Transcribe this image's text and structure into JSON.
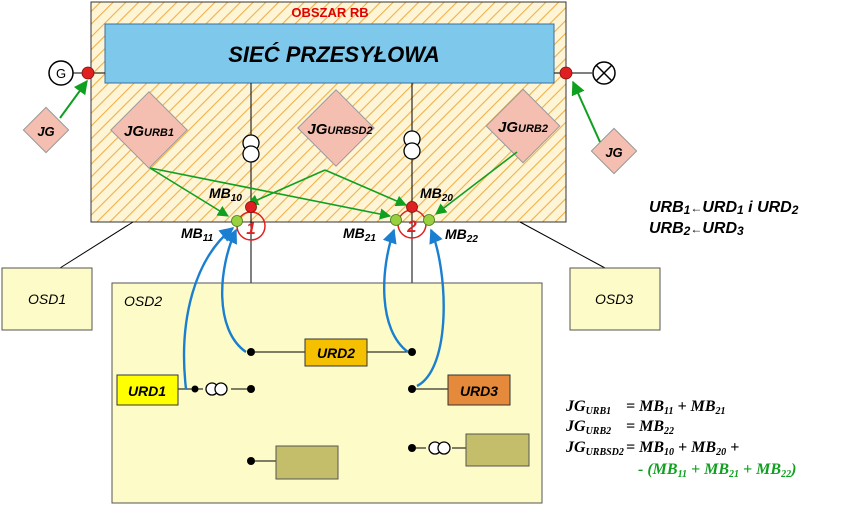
{
  "rb_area_label": "OBSZAR RB",
  "network_label": "SIEĆ PRZESYŁOWA",
  "generator_symbol": "G",
  "jg_left": "JG",
  "jg_right": "JG",
  "jg_urb1": {
    "base": "JG",
    "sub": "URB1"
  },
  "jg_urbsd2": {
    "base": "JG",
    "sub": "URBSD2"
  },
  "jg_urb2": {
    "base": "JG",
    "sub": "URB2"
  },
  "meter_points": {
    "mb10": {
      "base": "MB",
      "sub": "10"
    },
    "mb20": {
      "base": "MB",
      "sub": "20"
    },
    "mb11": {
      "base": "MB",
      "sub": "11"
    },
    "mb21": {
      "base": "MB",
      "sub": "21"
    },
    "mb22": {
      "base": "MB",
      "sub": "22"
    }
  },
  "node_numbers": {
    "n1": "1",
    "n2": "2"
  },
  "osd1": "OSD1",
  "osd2": "OSD2",
  "osd3": "OSD3",
  "urd1": "URD1",
  "urd2": "URD2",
  "urd3": "URD3",
  "assignment": {
    "line1": {
      "urb": "URB",
      "urb_sub": "1",
      "arrow": "←",
      "urd_a": "URD",
      "urd_a_sub": "1",
      "conj": " i ",
      "urd_b": "URD",
      "urd_b_sub": "2"
    },
    "line2": {
      "urb": "URB",
      "urb_sub": "2",
      "arrow": "←",
      "urd": "URD",
      "urd_sub": "3"
    }
  },
  "formulas": {
    "f1": {
      "lhs": "JG",
      "lhs_sub": "URB1",
      "eq": "= ",
      "t1": "MB",
      "t1_sub": "11",
      "op": " + ",
      "t2": "MB",
      "t2_sub": "21"
    },
    "f2": {
      "lhs": "JG",
      "lhs_sub": "URB2",
      "eq": "= ",
      "t1": "MB",
      "t1_sub": "22"
    },
    "f3": {
      "lhs": "JG",
      "lhs_sub": "URBSD2",
      "eq": "= ",
      "t1": "MB",
      "t1_sub": "10",
      "op": " + ",
      "t2": "MB",
      "t2_sub": "20",
      "tail": " +"
    },
    "f4": {
      "prefix": "- (",
      "t1": "MB",
      "t1_sub": "11",
      "op1": " + ",
      "t2": "MB",
      "t2_sub": "21",
      "op2": " + ",
      "t3": "MB",
      "t3_sub": "22",
      "suffix": ")"
    }
  },
  "colors": {
    "hatch_bg": "#fdf5d6",
    "hatch_line": "#f0b04a",
    "network_fill": "#7ec8ec",
    "jg_fill": "#f4bfb0",
    "osd_fill": "#fdfcc8",
    "urd1_fill": "#ffff00",
    "urd2_fill": "#f5c000",
    "urd3_fill": "#e48a3a",
    "load_fill": "#c4be6a",
    "red_node": "#e02020",
    "green_node": "#98d040",
    "green_arrow": "#10a020",
    "blue_arrow": "#1a7fd0",
    "title_red": "#e00000",
    "formula_green": "#10a020"
  }
}
